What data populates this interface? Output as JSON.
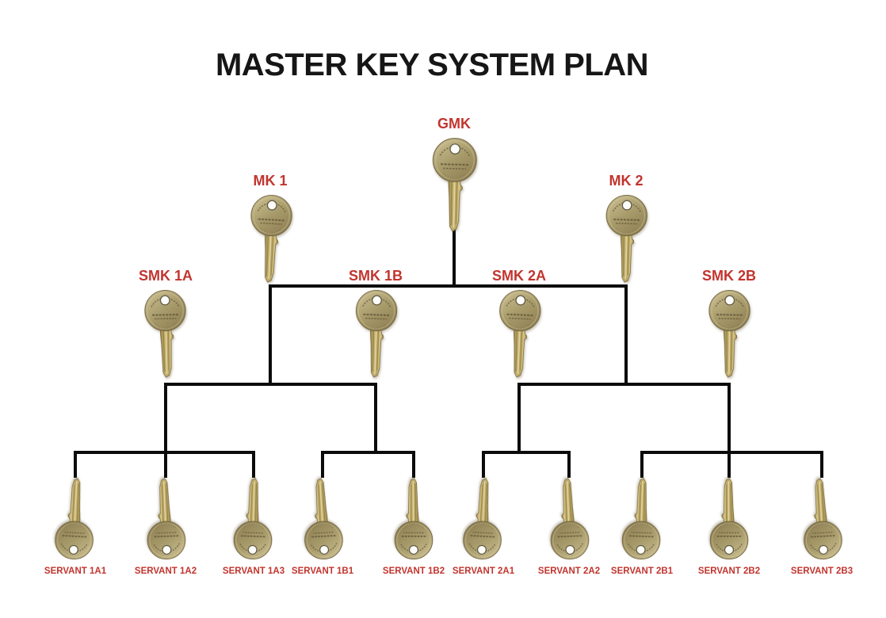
{
  "title": "MASTER KEY SYSTEM PLAN",
  "colors": {
    "label_red": "#c2342e",
    "line_black": "#0b0b0b",
    "brass_light": "#d9c98b",
    "brass_mid": "#a79a6a",
    "brass_dark": "#8c7d51"
  },
  "hierarchy": {
    "label": "GMK",
    "children": [
      {
        "label": "MK 1",
        "children": [
          {
            "label": "SMK 1A",
            "children": [
              {
                "label": "SERVANT 1A1"
              },
              {
                "label": "SERVANT 1A2"
              },
              {
                "label": "SERVANT 1A3"
              }
            ]
          },
          {
            "label": "SMK 1B",
            "children": [
              {
                "label": "SERVANT 1B1"
              },
              {
                "label": "SERVANT 1B2"
              }
            ]
          }
        ]
      },
      {
        "label": "MK 2",
        "children": [
          {
            "label": "SMK 2A",
            "children": [
              {
                "label": "SERVANT 2A1"
              },
              {
                "label": "SERVANT 2A2"
              }
            ]
          },
          {
            "label": "SMK 2B",
            "children": [
              {
                "label": "SERVANT 2B1"
              },
              {
                "label": "SERVANT 2B2"
              },
              {
                "label": "SERVANT 2B3"
              }
            ]
          }
        ]
      }
    ]
  }
}
